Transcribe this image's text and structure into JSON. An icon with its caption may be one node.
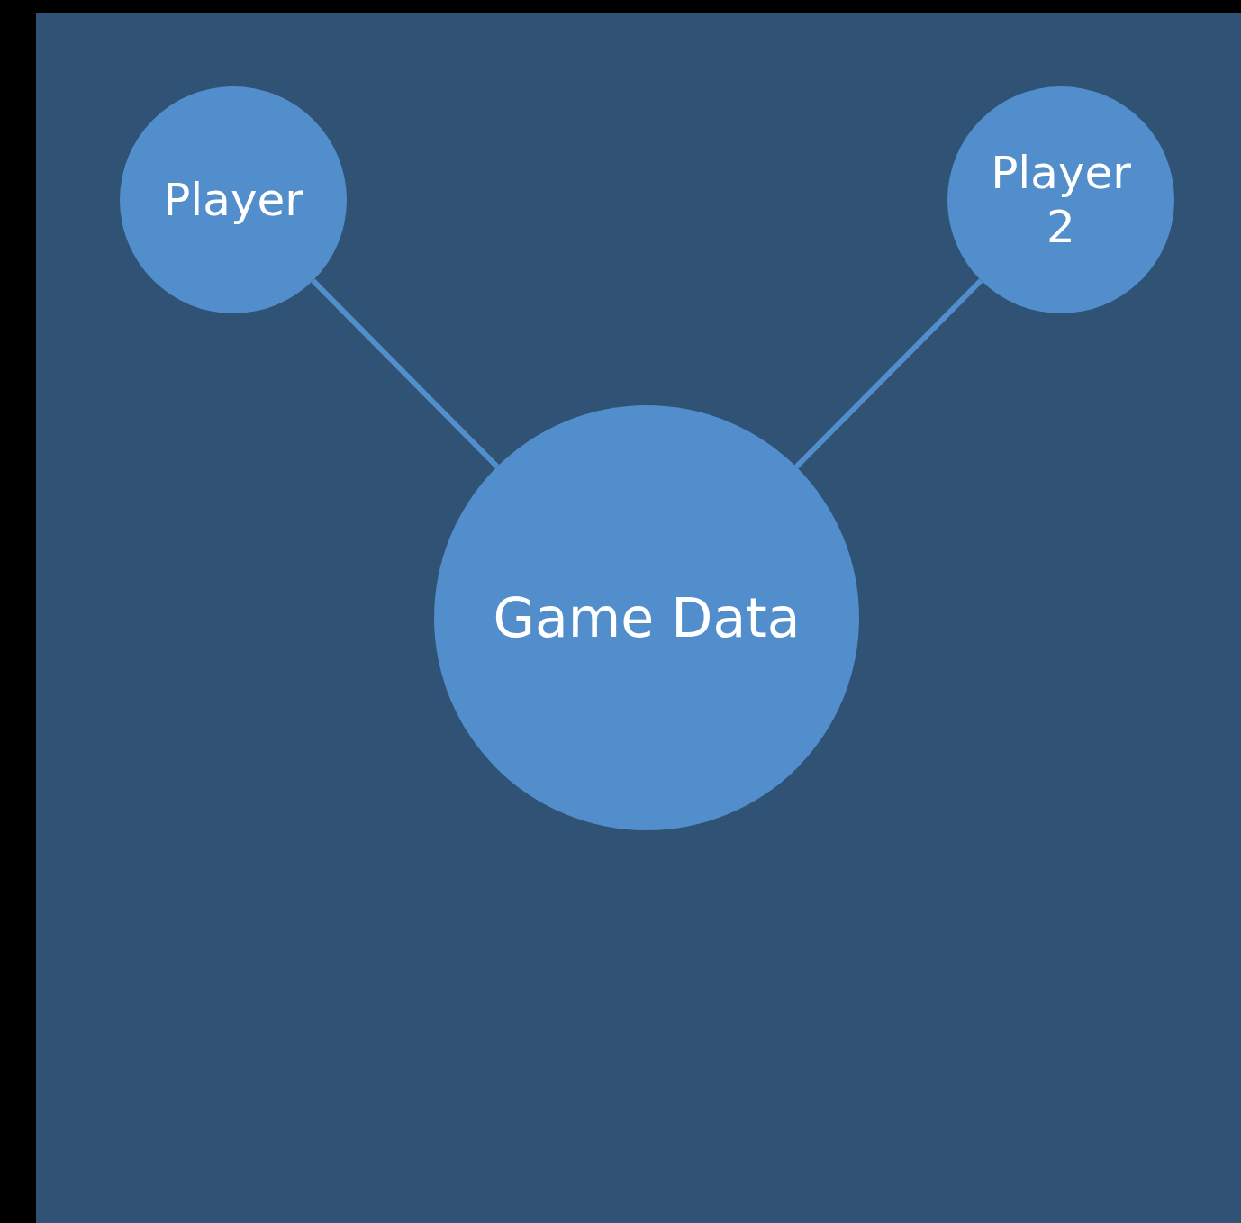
{
  "diagram": {
    "nodes": [
      {
        "text": [
          "Player"
        ]
      },
      {
        "text": [
          "Player 2"
        ]
      },
      {
        "text": [
          "Game Data"
        ]
      }
    ],
    "edges": [
      {
        "from": 0,
        "to": 2,
        "arrow": "none"
      },
      {
        "from": 1,
        "to": 2,
        "arrow": "none"
      }
    ]
  }
}
